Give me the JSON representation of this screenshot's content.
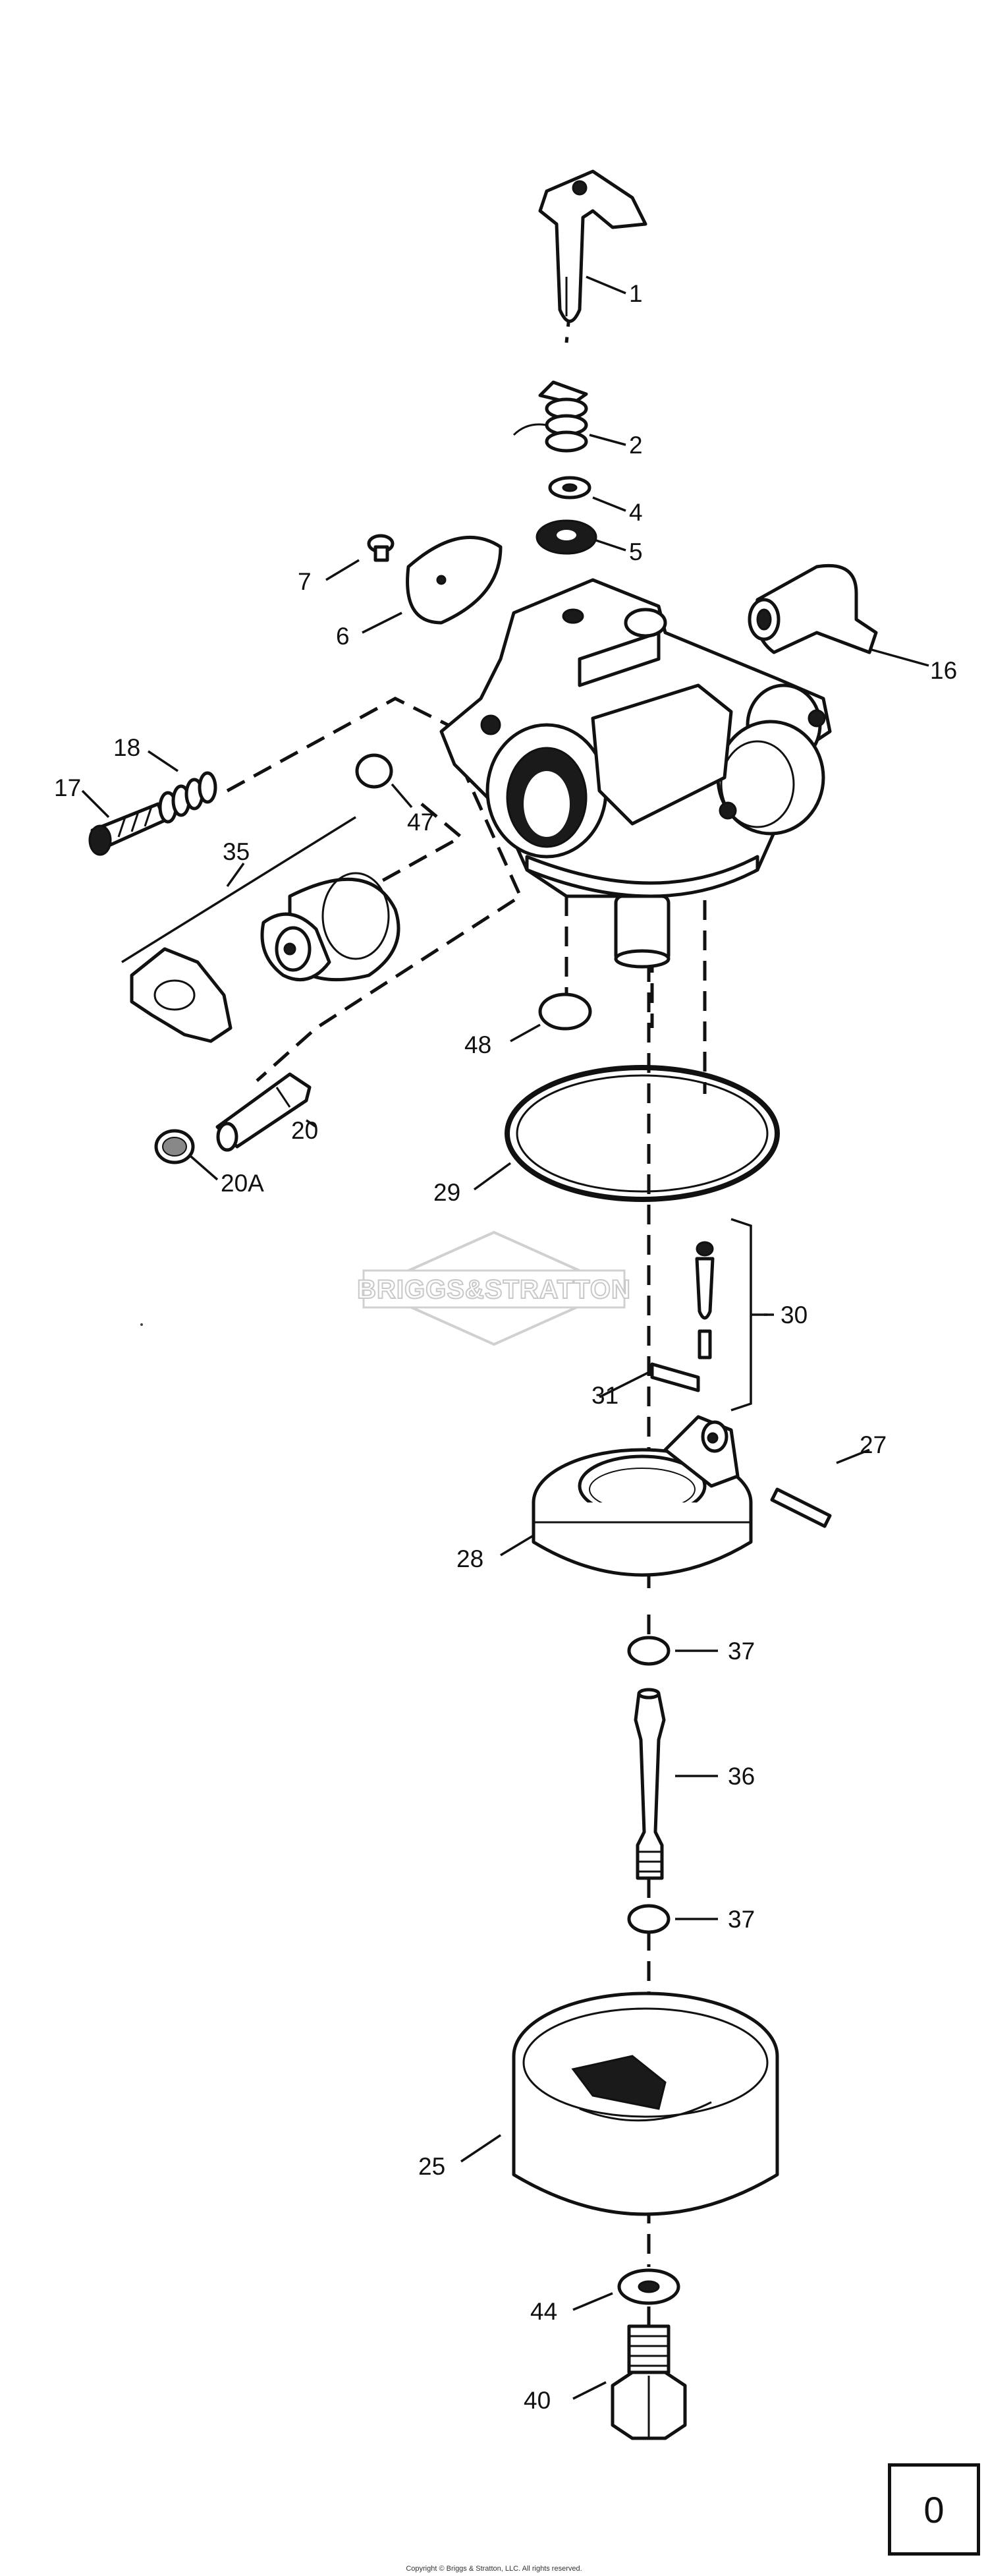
{
  "diagram": {
    "labels": {
      "p1": "1",
      "p2": "2",
      "p4": "4",
      "p5": "5",
      "p6": "6",
      "p7": "7",
      "p16": "16",
      "p17": "17",
      "p18": "18",
      "p20": "20",
      "p20a": "20A",
      "p25": "25",
      "p27": "27",
      "p28": "28",
      "p29": "29",
      "p30": "30",
      "p31": "31",
      "p35": "35",
      "p36": "36",
      "p37a": "37",
      "p37b": "37",
      "p40": "40",
      "p44": "44",
      "p47": "47",
      "p48": "48"
    },
    "watermark": "BRIGGS&STRATTON",
    "page_number": "0",
    "copyright": "Copyright © Briggs & Stratton, LLC. All rights reserved."
  }
}
